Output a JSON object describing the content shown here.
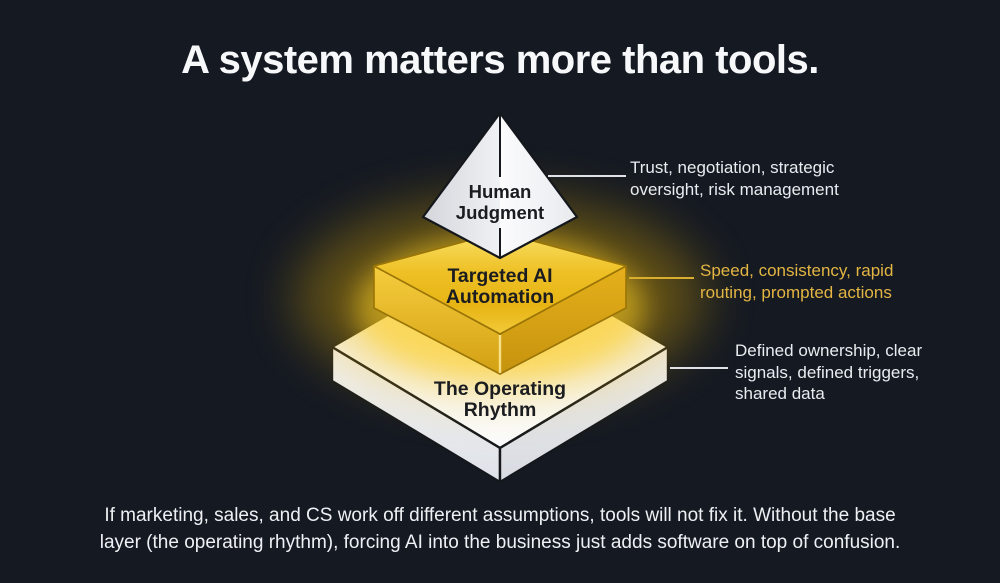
{
  "title": "A system matters more than tools.",
  "diagram": {
    "layers": [
      {
        "id": "human-judgment",
        "label_lines": [
          "Human",
          "Judgment"
        ],
        "annotation_lines": [
          "Trust, negotiation, strategic",
          "oversight, risk management"
        ],
        "annotation_color": "#e9ecef",
        "layer_color": "#f2f3f5"
      },
      {
        "id": "targeted-ai-automation",
        "label_lines": [
          "Targeted AI",
          "Automation"
        ],
        "annotation_lines": [
          "Speed, consistency, rapid",
          "routing, prompted actions"
        ],
        "annotation_color": "#e3b542",
        "layer_color": "#eebd1d"
      },
      {
        "id": "the-operating-rhythm",
        "label_lines": [
          "The Operating",
          "Rhythm"
        ],
        "annotation_lines": [
          "Defined ownership, clear",
          "signals, defined triggers,",
          "shared data"
        ],
        "annotation_color": "#e9ecef",
        "layer_color": "#f2f3f5"
      }
    ]
  },
  "footer": {
    "lines": [
      "If marketing, sales, and CS work off different assumptions, tools will not fix it. Without the base",
      "layer (the operating rhythm), forcing AI into the business just adds software on top of confusion."
    ]
  },
  "colors": {
    "background": "#141922",
    "title_text": "#f7f8fa",
    "gold_accent": "#eebd1d",
    "gold_text": "#e3b542",
    "white_text": "#e9ecef",
    "label_text": "#1a1c20"
  }
}
